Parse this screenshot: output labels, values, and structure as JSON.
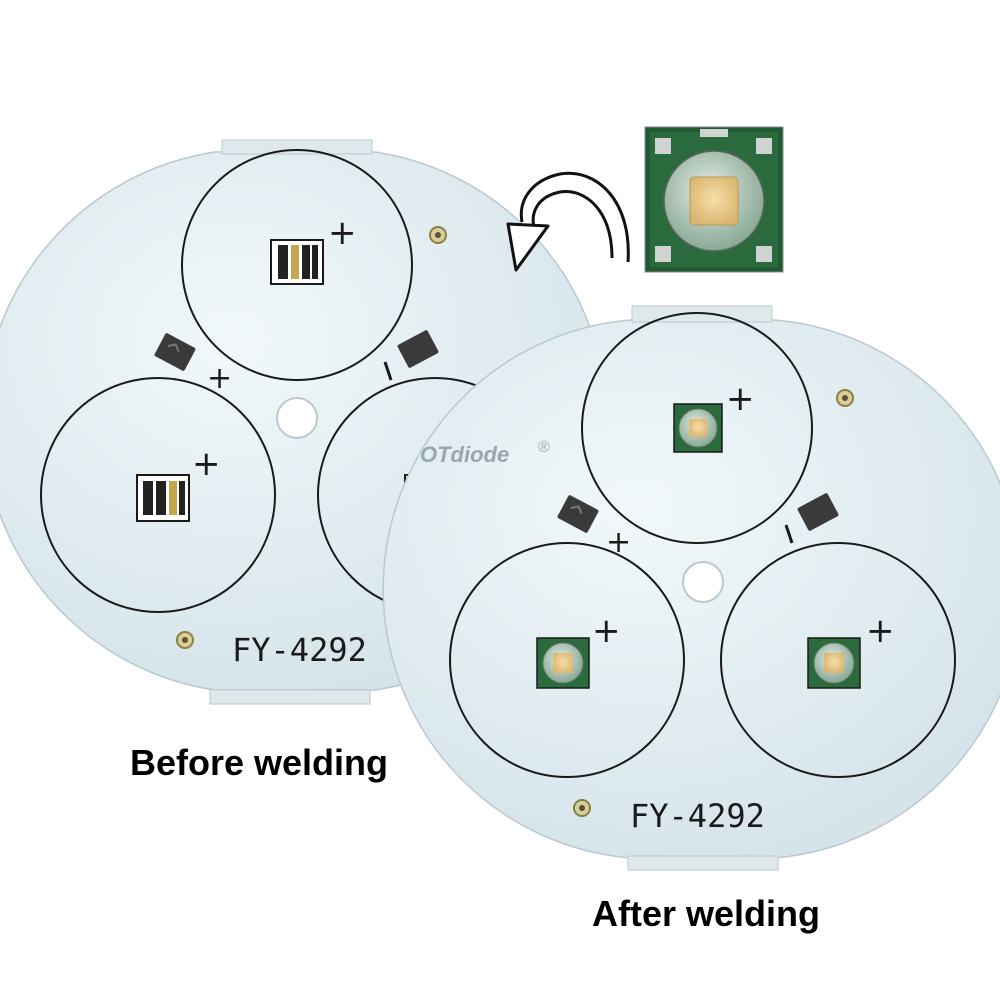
{
  "boards": {
    "before": {
      "model": "FY-4292"
    },
    "after": {
      "model": "FY-4292"
    }
  },
  "watermark": {
    "text": "OTdiode",
    "mark": "®"
  },
  "captions": {
    "before": "Before welding",
    "after": "After welding"
  },
  "pad_labels": {
    "plus": "+",
    "minus": "–"
  },
  "colors": {
    "board": "#dde9ed",
    "led_substrate": "#2b6a3c",
    "led_phosphor": "#e8c98a",
    "pad": "#3a3a3a",
    "outline": "#1a1a1a"
  },
  "icons": {
    "arrow": "curved-arrow-icon"
  }
}
